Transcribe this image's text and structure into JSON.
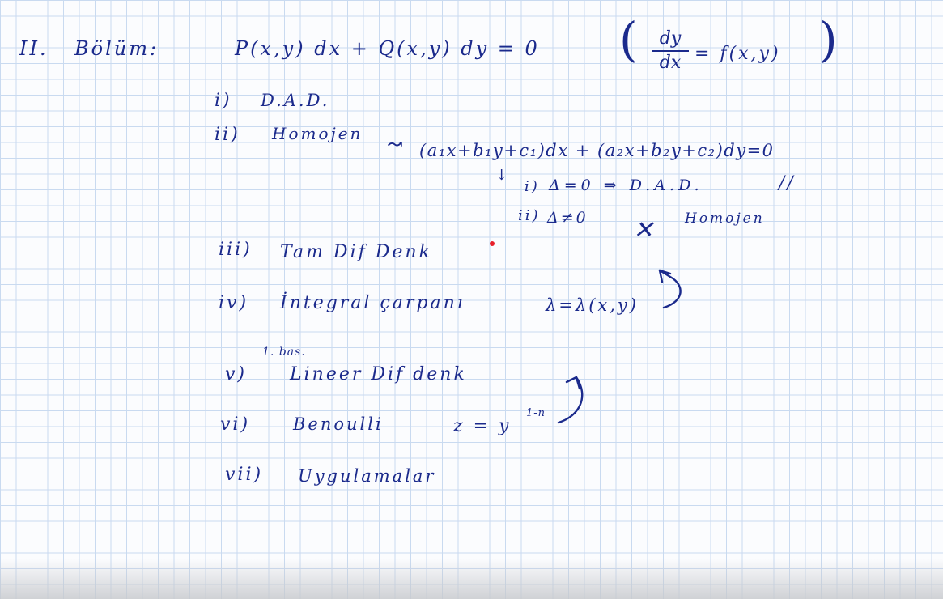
{
  "title": {
    "roman": "II.",
    "word": "Bölüm:",
    "equation": "P(x,y) dx + Q(x,y) dy = 0",
    "fraction_num": "dy",
    "fraction_den": "dx",
    "fraction_rhs": "= f(x,y)"
  },
  "items": {
    "i": {
      "num": "i)",
      "label": "D.A.D."
    },
    "ii": {
      "num": "ii)",
      "label": "Homojen",
      "arrow": "↝",
      "equation": "(a₁x+b₁y+c₁)dx + (a₂x+b₂y+c₂)dy=0",
      "sub_mark": "↓",
      "sub1_num": "i)",
      "sub1_text": "Δ=0 ⇒ D.A.D.",
      "sub1_mark": "//",
      "sub2_num": "ii)",
      "sub2_text": "Δ≠0",
      "sub2_cross": "✕",
      "sub2_label": "Homojen"
    },
    "iii": {
      "num": "iii)",
      "label": "Tam Dif Denk"
    },
    "iv": {
      "num": "iv)",
      "label": "İntegral çarpanı",
      "formula": "λ=λ(x,y)"
    },
    "v": {
      "num": "v)",
      "note": "1. bas.",
      "label": "Lineer Dif denk"
    },
    "vi": {
      "num": "vi)",
      "label": "Benoulli",
      "formula": "z = y",
      "exponent": "1-n"
    },
    "vii": {
      "num": "vii)",
      "label": "Uygulamalar"
    }
  },
  "colors": {
    "ink": "#1b2a8c",
    "grid": "#c9daf0",
    "pointer": "#e8202a"
  }
}
